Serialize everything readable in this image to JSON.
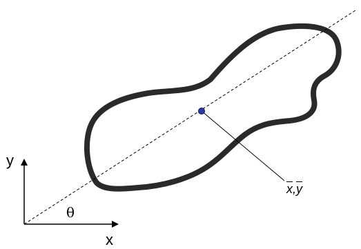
{
  "axes": {
    "x_label": "x",
    "y_label": "y",
    "angle_label": "θ"
  },
  "centroid": {
    "label_x": "x",
    "label_sep": ",",
    "label_y": "y"
  },
  "colors": {
    "outline": "#2a2a2a",
    "centroid_dot": "#2b3aa0",
    "line": "#000000",
    "background": "#ffffff"
  }
}
